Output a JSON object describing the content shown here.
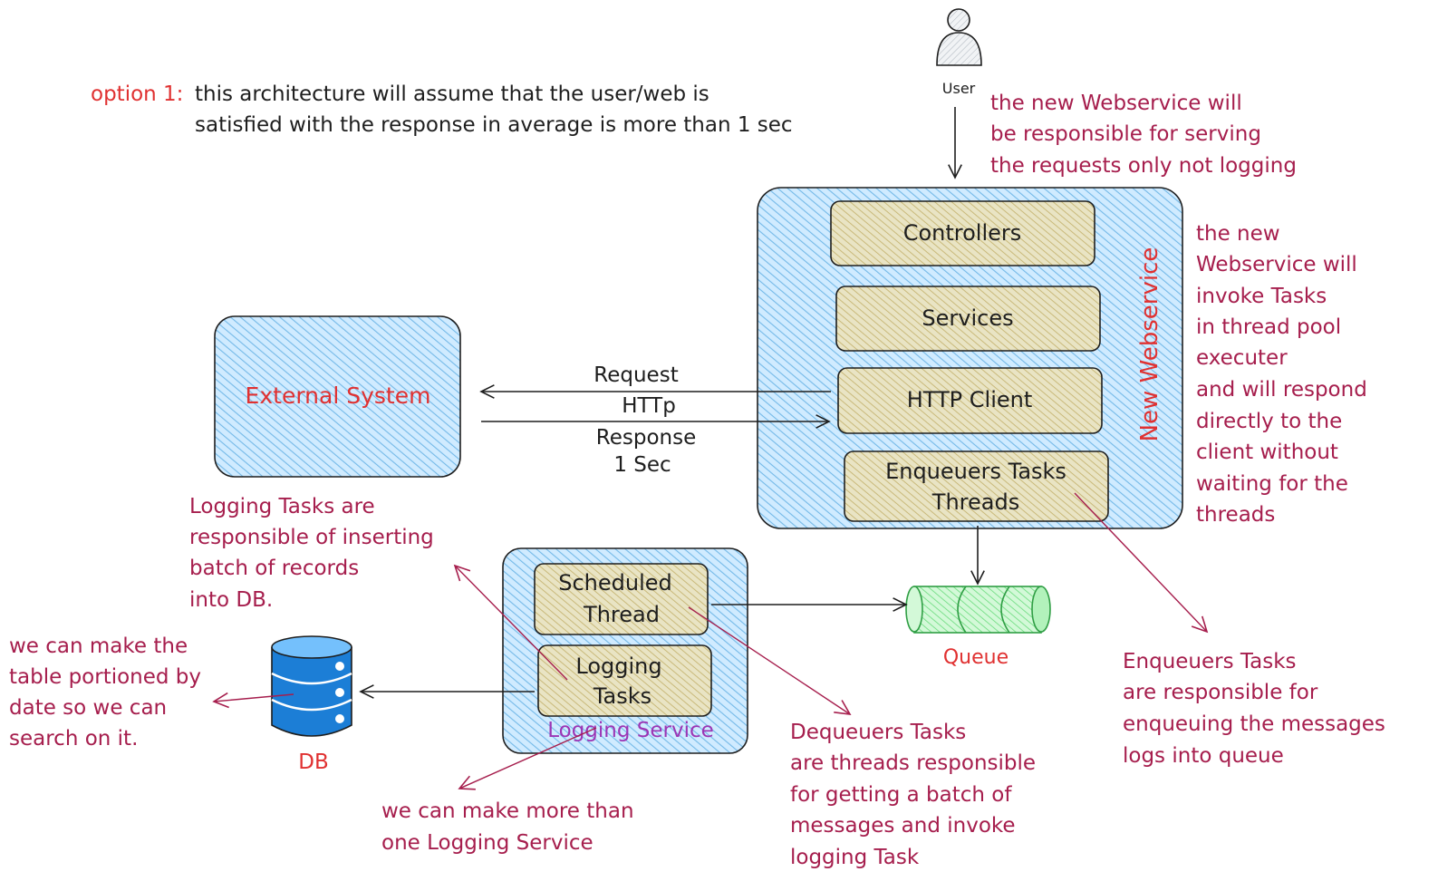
{
  "option": {
    "label": "option 1:",
    "lines": [
      "this architecture will assume that the user/web is",
      "satisfied with the response in average is more than 1 sec"
    ]
  },
  "user": {
    "label": "User"
  },
  "notes": {
    "webservice_serving": [
      "the new Webservice will",
      "be responsible for serving",
      "the requests only not logging"
    ],
    "webservice_tasks": [
      "the new",
      "Webservice will",
      "invoke Tasks",
      "in thread pool",
      "executer",
      "and will respond",
      "directly to the",
      "client without",
      "waiting for the",
      "threads"
    ],
    "logging_tasks": [
      "Logging Tasks are",
      "responsible of inserting",
      "batch of records",
      "into DB."
    ],
    "table_partition": [
      "we can make the",
      "table portioned by",
      "date so we can",
      "search on it."
    ],
    "more_logging": [
      "we can make more than",
      "one Logging Service"
    ],
    "dequeuers": [
      "Dequeuers Tasks",
      "are threads responsible",
      "for getting a batch of",
      "messages and invoke",
      "logging Task"
    ],
    "enqueuers": [
      "Enqueuers Tasks",
      "are responsible for",
      "enqueuing the messages",
      "logs into queue"
    ]
  },
  "webservice": {
    "title": "New Webservice",
    "layers": [
      "Controllers",
      "Services",
      "HTTP Client"
    ],
    "enqueuers_lines": [
      "Enqueuers Tasks",
      "Threads"
    ]
  },
  "external": {
    "label": "External System"
  },
  "http": {
    "request": "Request",
    "protocol": "HTTp",
    "response": "Response",
    "latency": "1 Sec"
  },
  "logging_service": {
    "title": "Logging Service",
    "scheduled_lines": [
      "Scheduled",
      "Thread"
    ],
    "logging_lines": [
      "Logging",
      "Tasks"
    ]
  },
  "queue": {
    "label": "Queue"
  },
  "db": {
    "label": "DB"
  },
  "colors": {
    "ink": "#1e1e1e",
    "red": "#e03131",
    "note": "#a61e4d",
    "blue_fill": "#a5d8ff",
    "blue_hatch": "#74b9e8",
    "yellow_fill": "#d8d6a8",
    "queue_green": "#2f9e44",
    "queue_fill": "#b2f2bb",
    "db_blue": "#1c7ed6"
  }
}
